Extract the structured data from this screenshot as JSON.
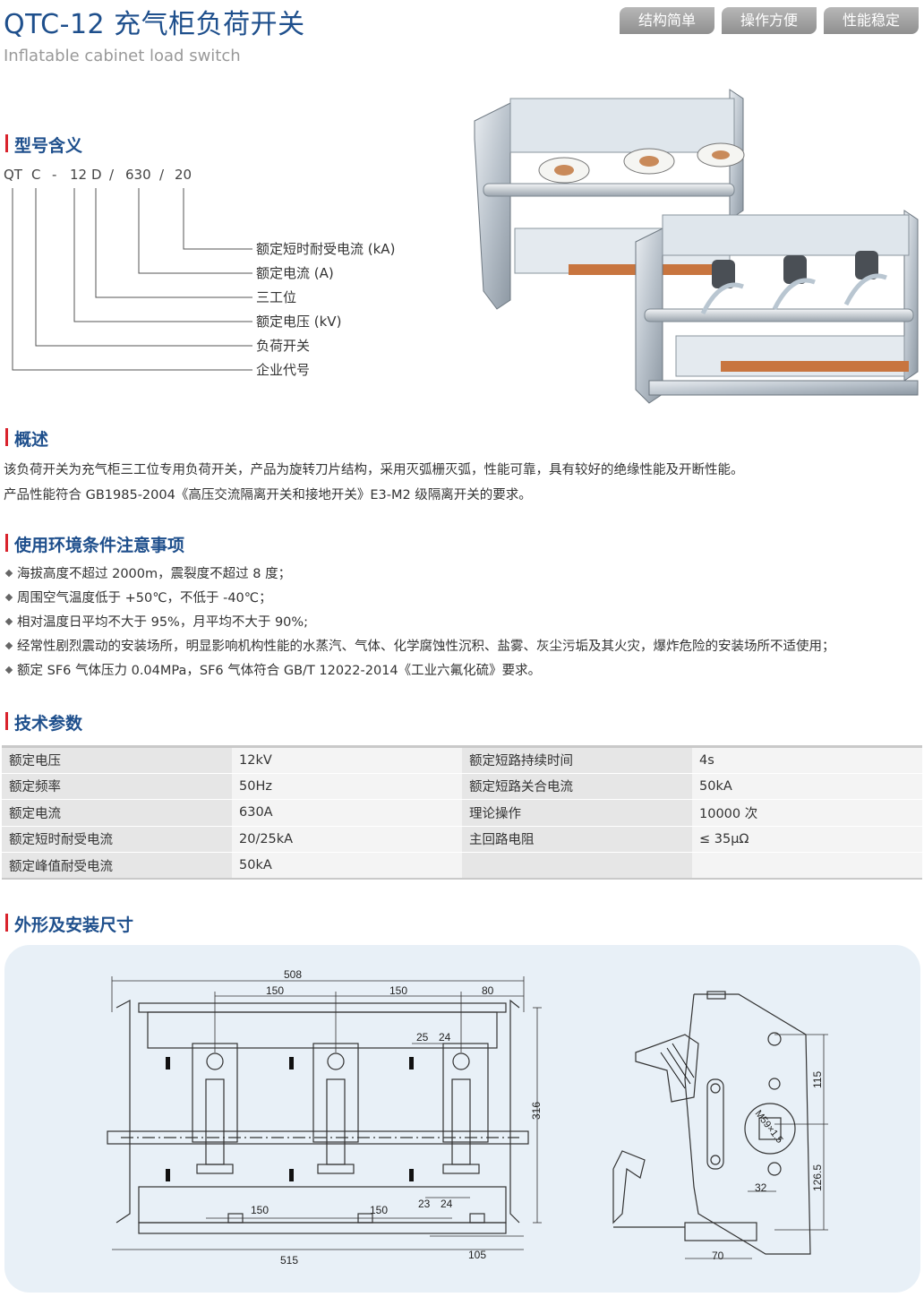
{
  "header": {
    "title": "QTC-12 充气柜负荷开关",
    "subtitle": "Inflatable cabinet load switch",
    "tags": [
      "结构简单",
      "操作方便",
      "性能稳定"
    ]
  },
  "model": {
    "heading": "型号含义",
    "code_parts": [
      "QT",
      "C",
      "-",
      "12",
      "D",
      "/",
      "630",
      "/",
      "20"
    ],
    "meanings": [
      "额定短时耐受电流 (kA)",
      "额定电流 (A)",
      "三工位",
      "额定电压 (kV)",
      "负荷开关",
      "企业代号"
    ]
  },
  "overview": {
    "heading": "概述",
    "lines": [
      "该负荷开关为充气柜三工位专用负荷开关，产品为旋转刀片结构，采用灭弧栅灭弧，性能可靠，具有较好的绝缘性能及开断性能。",
      "产品性能符合 GB1985-2004《高压交流隔离开关和接地开关》E3-M2 级隔离开关的要求。"
    ]
  },
  "environment": {
    "heading": "使用环境条件注意事项",
    "items": [
      "海拔高度不超过 2000m，震裂度不超过 8 度；",
      "周围空气温度低于 +50℃，不低于 -40℃；",
      "相对温度日平均不大于 95%，月平均不大于 90%;",
      "经常性剧烈震动的安装场所，明显影响机构性能的水蒸汽、气体、化学腐蚀性沉积、盐雾、灰尘污垢及其火灾，爆炸危险的安装场所不适使用；",
      "额定 SF6 气体压力 0.04MPa，SF6 气体符合 GB/T 12022-2014《工业六氟化硫》要求。"
    ]
  },
  "specs": {
    "heading": "技术参数",
    "rows": [
      [
        "额定电压",
        "12kV",
        "额定短路持续时间",
        "4s"
      ],
      [
        "额定频率",
        "50Hz",
        "额定短路关合电流",
        "50kA"
      ],
      [
        "额定电流",
        "630A",
        "理论操作",
        "10000 次"
      ],
      [
        "额定短时耐受电流",
        "20/25kA",
        "主回路电阻",
        "≤ 35μΩ"
      ],
      [
        "额定峰值耐受电流",
        "50kA",
        "",
        ""
      ]
    ]
  },
  "dimensions": {
    "heading": "外形及安装尺寸",
    "front": {
      "overall_top": "508",
      "pitch_top_1": "150",
      "pitch_top_2": "150",
      "right_top": "80",
      "small_a": "25",
      "small_b": "24",
      "height": "316",
      "pitch_bottom_1": "150",
      "pitch_bottom_2": "150",
      "small_c": "23",
      "small_d": "24",
      "right_bottom": "105",
      "overall_bottom": "515"
    },
    "side": {
      "upper": "115",
      "lower": "126.5",
      "thread": "M59×1.5",
      "offset": "32",
      "base": "70"
    }
  }
}
